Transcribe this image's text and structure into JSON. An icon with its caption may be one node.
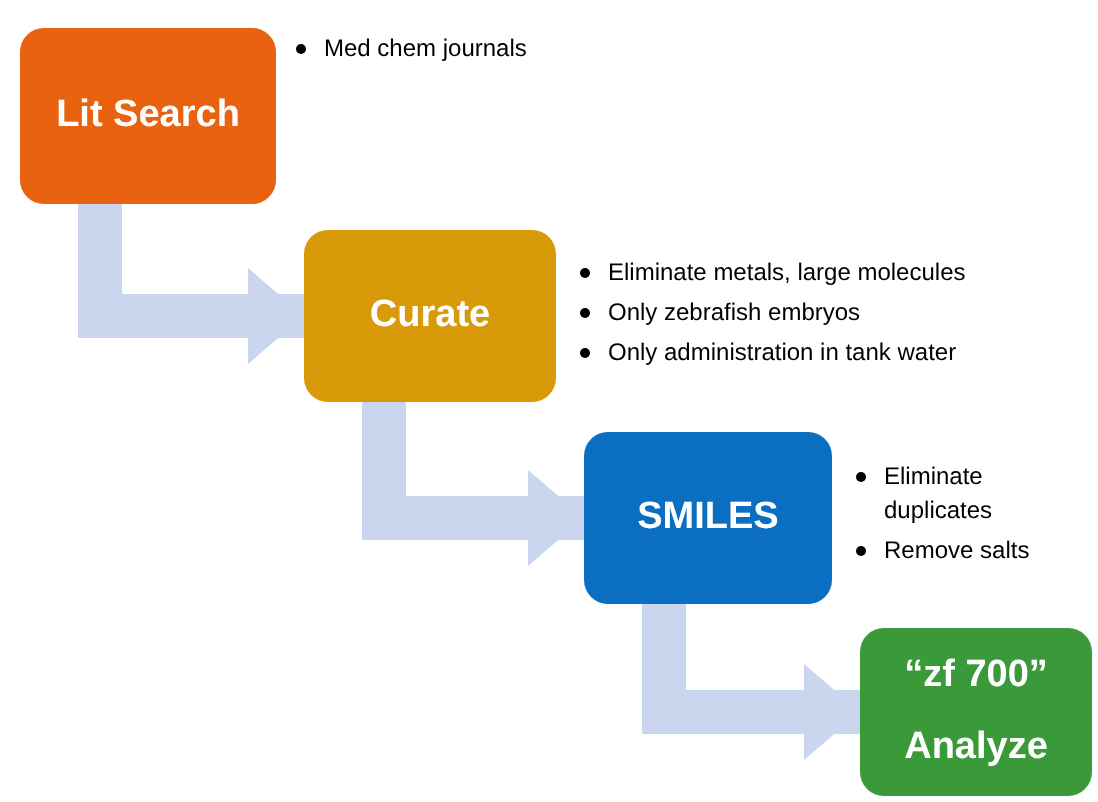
{
  "diagram": {
    "nodes": [
      {
        "text": [
          "Lit Search"
        ],
        "beside": [
          "Med chem journals"
        ]
      },
      {
        "text": [
          "Curate"
        ],
        "beside": [
          "Eliminate metals, large molecules",
          "Only zebrafish embryos",
          "Only administration in tank water"
        ]
      },
      {
        "text": [
          "SMILES"
        ],
        "beside": [
          "Eliminate duplicates",
          "Remove salts"
        ]
      },
      {
        "text": [
          "“zf 700”",
          "Analyze"
        ]
      }
    ],
    "edges": [
      {
        "from": 0,
        "to": 1,
        "arrow": "to"
      },
      {
        "from": 1,
        "to": 2,
        "arrow": "to"
      },
      {
        "from": 2,
        "to": 3,
        "arrow": "to"
      }
    ]
  }
}
